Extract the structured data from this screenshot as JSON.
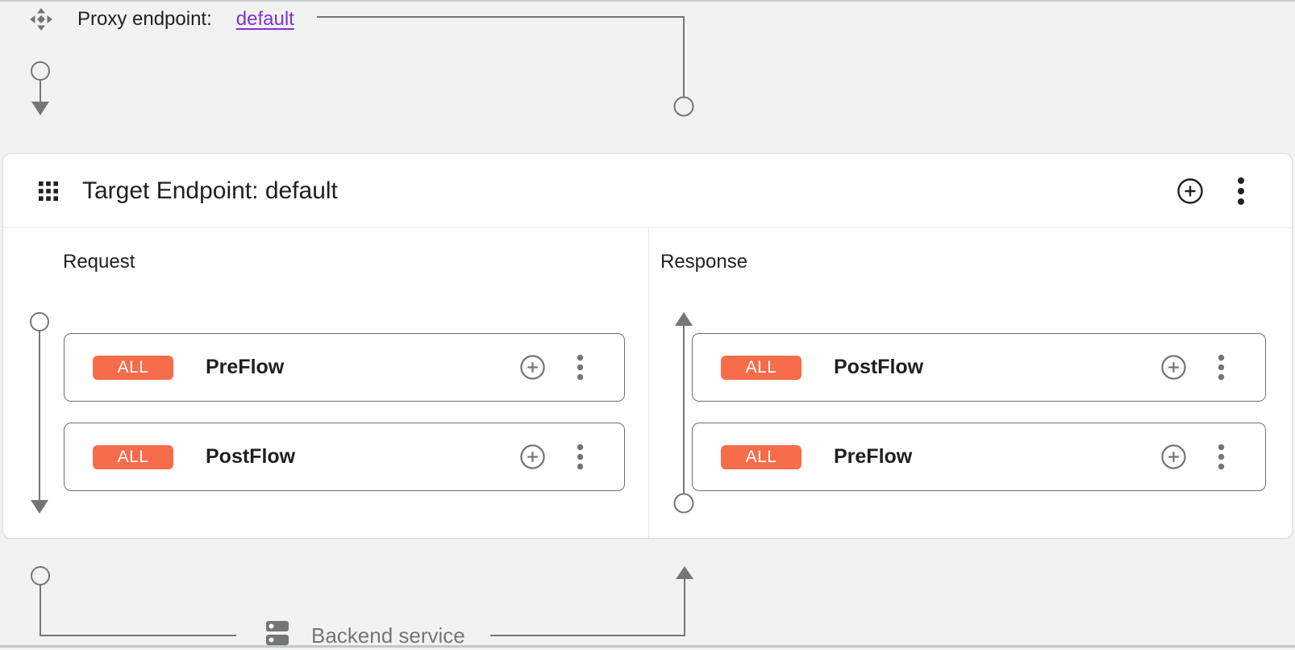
{
  "proxy_endpoint": {
    "label": "Proxy endpoint:",
    "link": "default"
  },
  "target": {
    "title": "Target Endpoint: default",
    "request": {
      "title": "Request",
      "flows": [
        {
          "badge": "ALL",
          "name": "PreFlow"
        },
        {
          "badge": "ALL",
          "name": "PostFlow"
        }
      ]
    },
    "response": {
      "title": "Response",
      "flows": [
        {
          "badge": "ALL",
          "name": "PostFlow"
        },
        {
          "badge": "ALL",
          "name": "PreFlow"
        }
      ]
    }
  },
  "backend": {
    "label": "Backend service"
  },
  "colors": {
    "badge_orange": "#f76c4a",
    "link_purple": "#8430ce",
    "connector_gray": "#757575"
  }
}
